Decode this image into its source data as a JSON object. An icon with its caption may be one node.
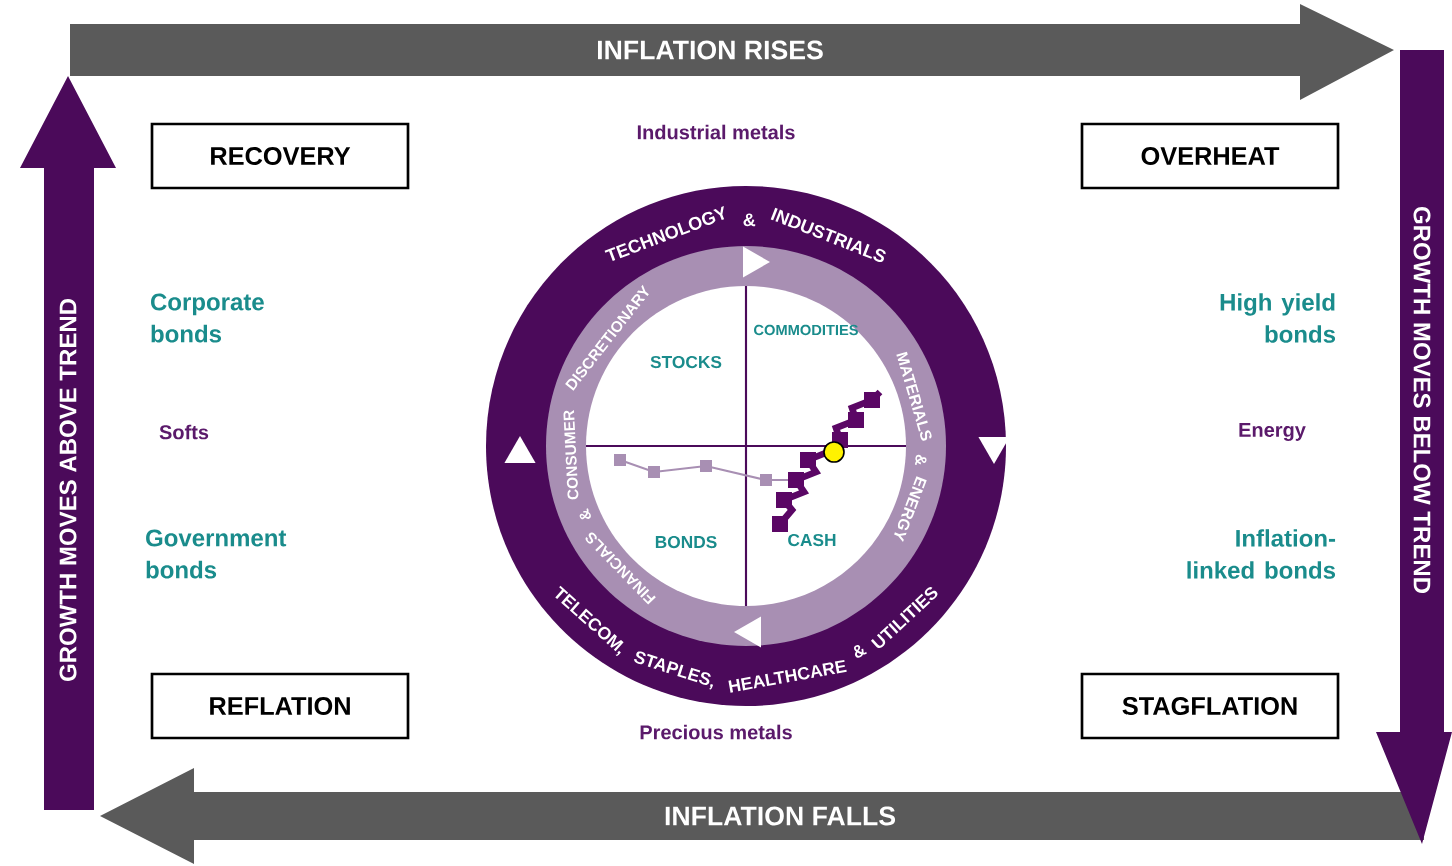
{
  "diagram": {
    "nodes": [
      {
        "text": [
          "RECOVERY"
        ]
      },
      {
        "text": [
          "OVERHEAT"
        ]
      },
      {
        "text": [
          "REFLATION"
        ]
      },
      {
        "text": [
          "STAGFLATION"
        ]
      }
    ],
    "labels": [
      "INFLATION RISES",
      "GROWTH MOVES ABOVE TREND",
      "Industrial metals",
      "GROWTH MOVES BELOW TREND",
      "TECHNOLOGY & INDUSTRIALS",
      "Corporate bonds",
      "High yield bonds",
      "FINANCIALS & CONSUMER DISCRETIONARY",
      "COMMODITIES",
      "STOCKS",
      "MATERIALS & ENERGY",
      "Softs",
      "Energy",
      "BONDS",
      "CASH",
      "Government bonds",
      "Inflation-linked bonds",
      "TELECOM, STAPLES, HEALTHCARE & UTILITIES",
      "Precious metals",
      "INFLATION FALLS"
    ]
  }
}
